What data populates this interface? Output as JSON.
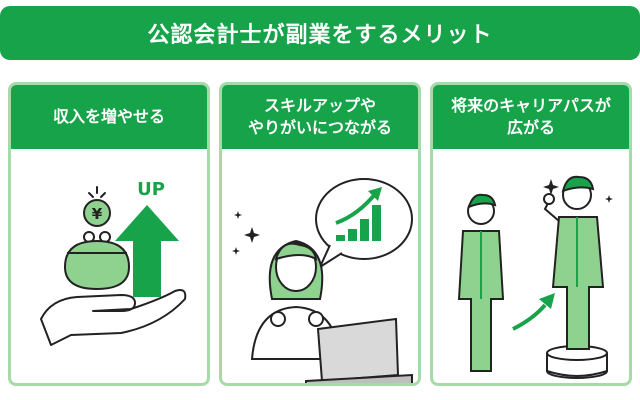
{
  "header": {
    "title": "公認会計士が副業をするメリット"
  },
  "cards": [
    {
      "title": "収入を増やせる",
      "up_label": "UP",
      "coin_symbol": "¥"
    },
    {
      "title": "スキルアップや\nやりがいにつながる"
    },
    {
      "title": "将来のキャリアパスが\n広がる"
    }
  ],
  "colors": {
    "primary": "#16a34a",
    "light": "#8fd18f",
    "border": "#a8d9a8"
  }
}
